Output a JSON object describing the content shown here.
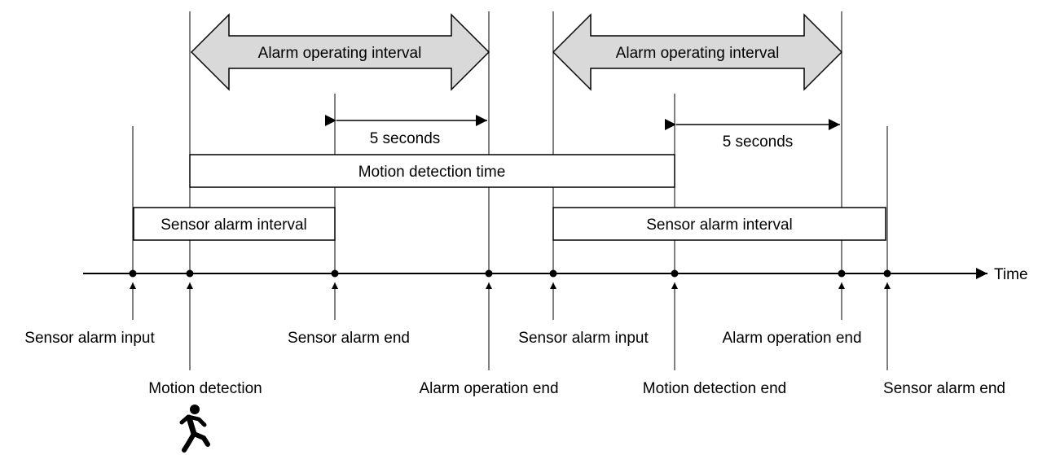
{
  "arrows": {
    "alarm_interval_1": "Alarm operating interval",
    "alarm_interval_2": "Alarm operating interval",
    "delay_1": "5 seconds",
    "delay_2": "5 seconds"
  },
  "boxes": {
    "motion_detection_time": "Motion detection time",
    "sensor_interval_1": "Sensor alarm interval",
    "sensor_interval_2": "Sensor alarm interval"
  },
  "axis": {
    "label": "Time"
  },
  "events": {
    "sensor_alarm_input_1": "Sensor alarm input",
    "motion_detection": "Motion detection",
    "sensor_alarm_end_1": "Sensor alarm end",
    "alarm_operation_end_1": "Alarm operation end",
    "sensor_alarm_input_2": "Sensor alarm input",
    "motion_detection_end": "Motion detection end",
    "alarm_operation_end_2": "Alarm operation end",
    "sensor_alarm_end_2": "Sensor alarm end"
  },
  "icons": {
    "person": "running-person-icon"
  },
  "colors": {
    "arrow_fill": "#d9d9d9",
    "line": "#000000",
    "background": "#ffffff"
  }
}
